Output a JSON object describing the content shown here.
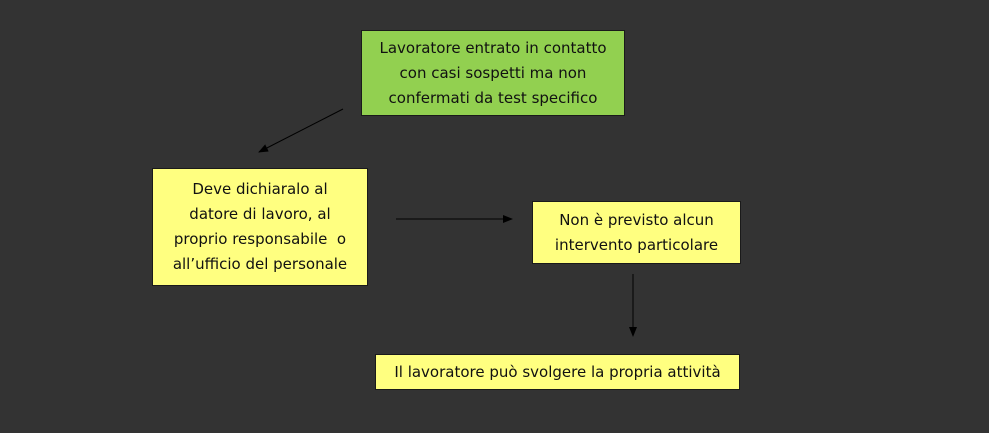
{
  "colors": {
    "background": "#333333",
    "start_box": "#92d050",
    "step_box": "#ffff80",
    "border": "#1a1a1a",
    "arrow": "#000000"
  },
  "nodes": {
    "start": {
      "text": "Lavoratore entrato in contatto con casi sospetti ma non confermati da test specifico",
      "lines": [
        "Lavoratore entrato in contatto",
        "con casi sospetti ma non",
        "confermati da test specifico"
      ]
    },
    "declare": {
      "text": "Deve dichiaralo al datore di lavoro, al proprio responsabile o all’ufficio del personale",
      "lines": [
        "Deve dichiaralo al",
        "datore di lavoro, al",
        "proprio responsabile  o",
        "all’ufficio del personale"
      ]
    },
    "no_intervention": {
      "text": "Non è previsto alcun intervento particolare",
      "lines": [
        "Non è previsto alcun",
        "intervento particolare"
      ]
    },
    "can_work": {
      "text": "Il lavoratore può svolgere la propria attività",
      "lines": [
        "Il lavoratore può svolgere la propria attività"
      ]
    }
  },
  "edges": [
    {
      "from": "start",
      "to": "declare"
    },
    {
      "from": "declare",
      "to": "no_intervention"
    },
    {
      "from": "no_intervention",
      "to": "can_work"
    }
  ]
}
